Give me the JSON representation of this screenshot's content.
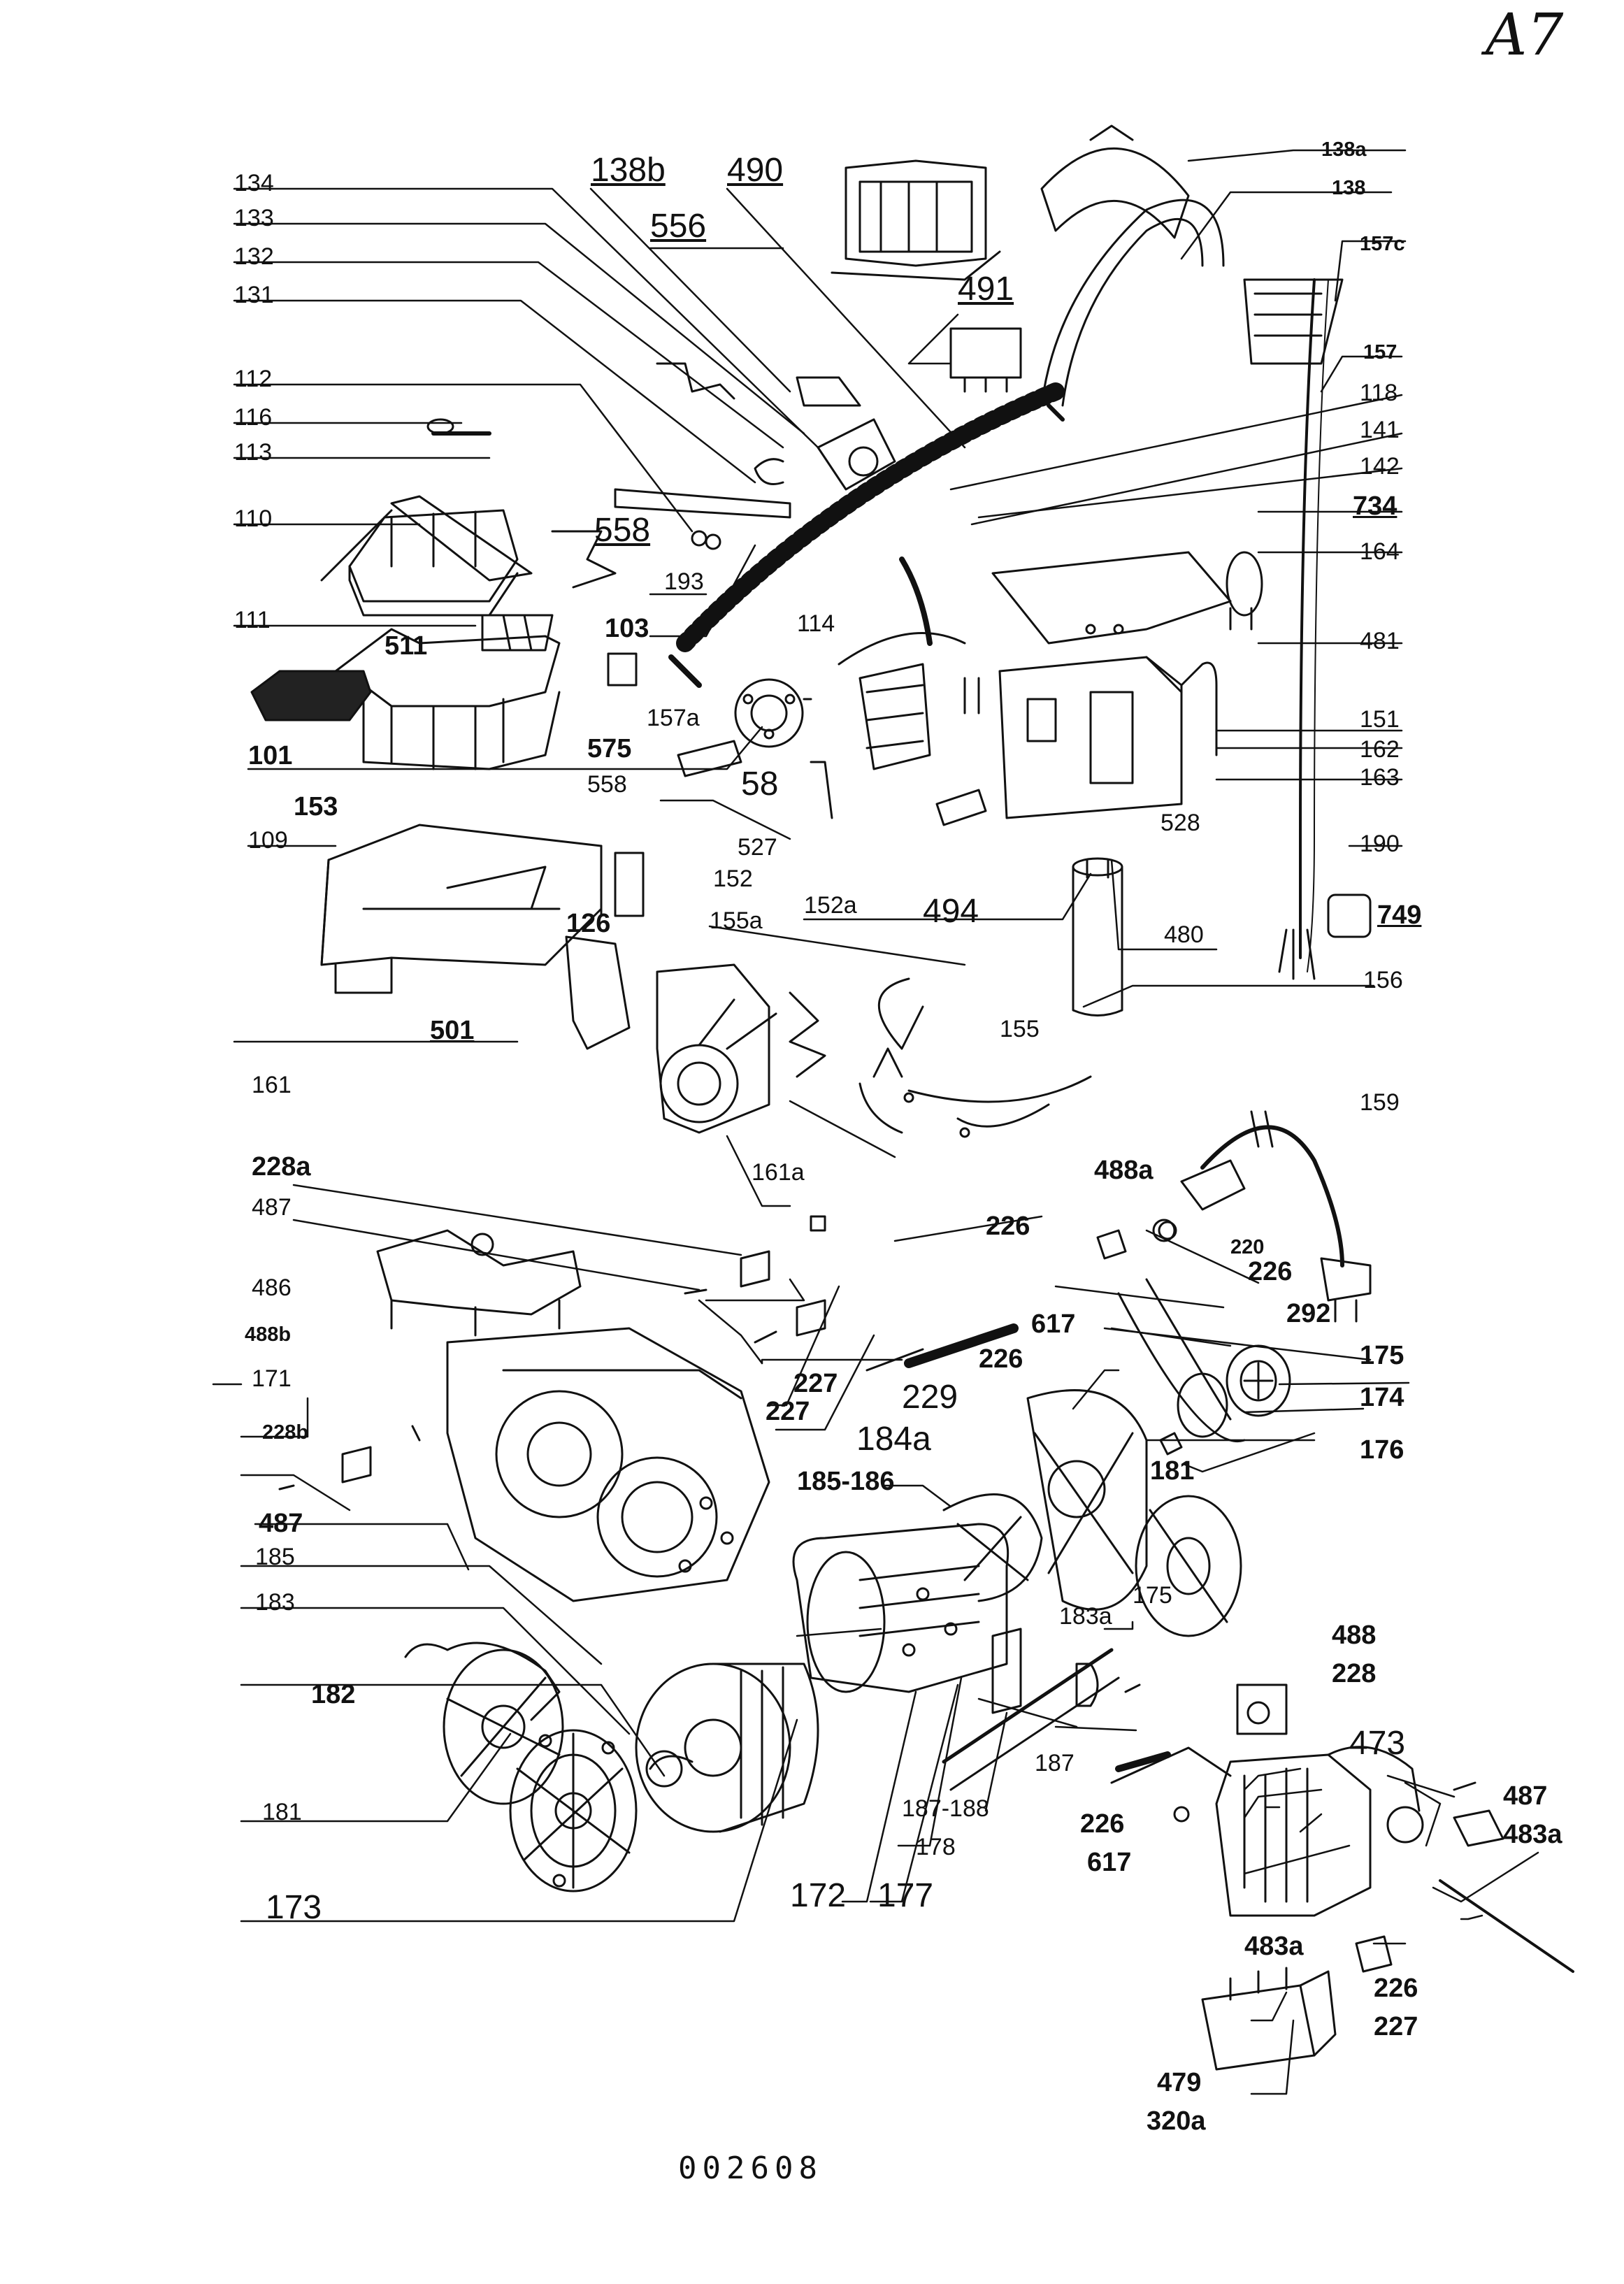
{
  "sheet": {
    "id": "A7",
    "number": "002608"
  },
  "part_labels": [
    "138a",
    "134",
    "138b",
    "490",
    "138",
    "133",
    "556",
    "157c",
    "132",
    "491",
    "131",
    "157",
    "112",
    "118",
    "116",
    "141",
    "113",
    "142",
    "110",
    "558",
    "734",
    "164",
    "193",
    "111",
    "511",
    "103",
    "114",
    "481",
    "157a",
    "151",
    "101",
    "575",
    "162",
    "558",
    "58",
    "163",
    "153",
    "527",
    "528",
    "109",
    "152",
    "190",
    "749",
    "126",
    "152a",
    "480",
    "155a",
    "494",
    "156",
    "501",
    "155",
    "161",
    "161a",
    "159",
    "228a",
    "488a",
    "487",
    "226",
    "220",
    "226",
    "486",
    "617",
    "292",
    "488b",
    "227",
    "226",
    "175",
    "171",
    "227",
    "229",
    "174",
    "184a",
    "228b",
    "176",
    "181",
    "487",
    "185-186",
    "185",
    "183a",
    "175",
    "183",
    "488",
    "228",
    "182",
    "473",
    "487",
    "187",
    "483a",
    "226",
    "181",
    "187-188",
    "617",
    "178",
    "173",
    "172",
    "177",
    "483a",
    "226",
    "227",
    "479",
    "320a"
  ]
}
